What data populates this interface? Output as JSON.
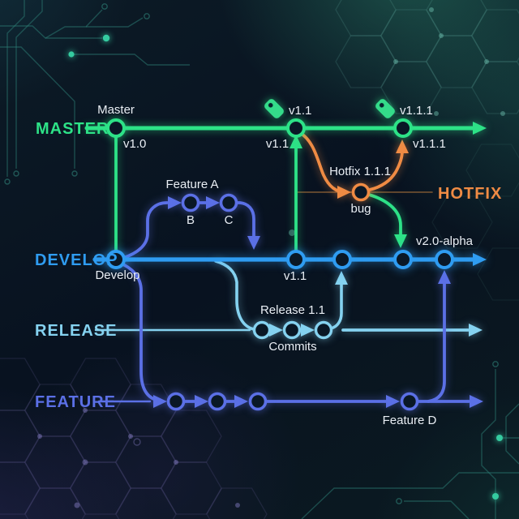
{
  "branches": {
    "master": {
      "label": "MASTER",
      "color": "#2de287"
    },
    "hotfix": {
      "label": "HOTFIX",
      "color": "#ef8b44",
      "line_color": "#7c5733"
    },
    "develop": {
      "label": "DEVELOP",
      "color": "#2f9cf1"
    },
    "release": {
      "label": "RELEASE",
      "color": "#85d2f0"
    },
    "feature": {
      "label": "FEATURE",
      "color": "#5b70e6"
    }
  },
  "tags": {
    "color": "#34db8a",
    "v1_1": "v1.1",
    "v1_1_1": "v1.1.1"
  },
  "labels": {
    "master_head": "Master",
    "master_v1_0": "v1.0",
    "master_v1_1": "v1.1",
    "master_v1_1_1": "v1.1.1",
    "hotfix_title": "Hotfix 1.1.1",
    "hotfix_bug": "bug",
    "feature_a_title": "Feature A",
    "feature_a_commit_b": "B",
    "feature_a_commit_c": "C",
    "develop_head": "Develop",
    "develop_v1_1": "v1.1",
    "develop_v2_0_alpha": "v2.0-alpha",
    "release_title": "Release 1.1",
    "release_commits": "Commits",
    "feature_d": "Feature D"
  },
  "text_color": "#e9eef4"
}
